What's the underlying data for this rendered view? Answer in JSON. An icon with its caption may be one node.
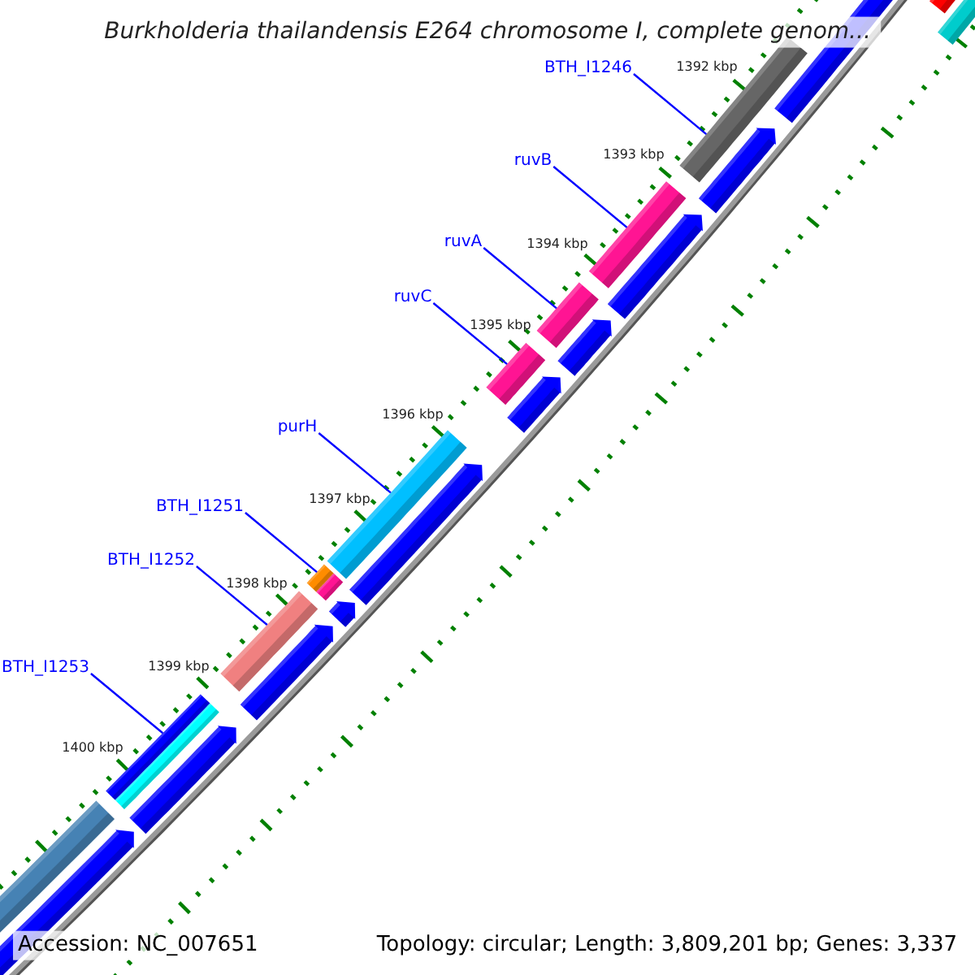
{
  "diagram": {
    "title": "Burkholderia thailandensis E264 chromosome I, complete genom...",
    "nodes": [
      {
        "text": [
          "BTH_I1246"
        ]
      },
      {
        "text": [
          "ruvB"
        ]
      },
      {
        "text": [
          "ruvA"
        ]
      },
      {
        "text": [
          "ruvC"
        ]
      },
      {
        "text": [
          "purH"
        ]
      },
      {
        "text": [
          "BTH_I1251"
        ]
      },
      {
        "text": [
          "BTH_I1252"
        ]
      },
      {
        "text": [
          "BTH_I1253"
        ]
      },
      {
        "text": [],
        "shape": "bar"
      },
      {
        "text": [],
        "shape": "bar"
      },
      {
        "text": [],
        "shape": "bar"
      },
      {
        "text": [],
        "shape": "bar"
      },
      {
        "text": [],
        "shape": "bar"
      },
      {
        "text": [],
        "shape": "bar"
      },
      {
        "text": [],
        "shape": "bar"
      },
      {
        "text": [],
        "shape": "bar"
      }
    ],
    "edges": [
      {
        "from": 0,
        "to": 8,
        "arrow": "none"
      },
      {
        "from": 1,
        "to": 9,
        "arrow": "none"
      },
      {
        "from": 2,
        "to": 10,
        "arrow": "none"
      },
      {
        "from": 3,
        "to": 11,
        "arrow": "none"
      },
      {
        "from": 4,
        "to": 12,
        "arrow": "none"
      },
      {
        "from": 5,
        "to": 13,
        "arrow": "none"
      },
      {
        "from": 6,
        "to": 14,
        "arrow": "none"
      },
      {
        "from": 7,
        "to": 15,
        "arrow": "none"
      }
    ],
    "labels": [
      "1392 kbp",
      "1393 kbp",
      "1394 kbp",
      "1395 kbp",
      "1396 kbp",
      "1397 kbp",
      "1398 kbp",
      "1399 kbp",
      "1400 kbp",
      "Accession: NC_007651",
      "Topology: circular; Length: 3,809,201 bp; Genes: 3,337"
    ]
  }
}
